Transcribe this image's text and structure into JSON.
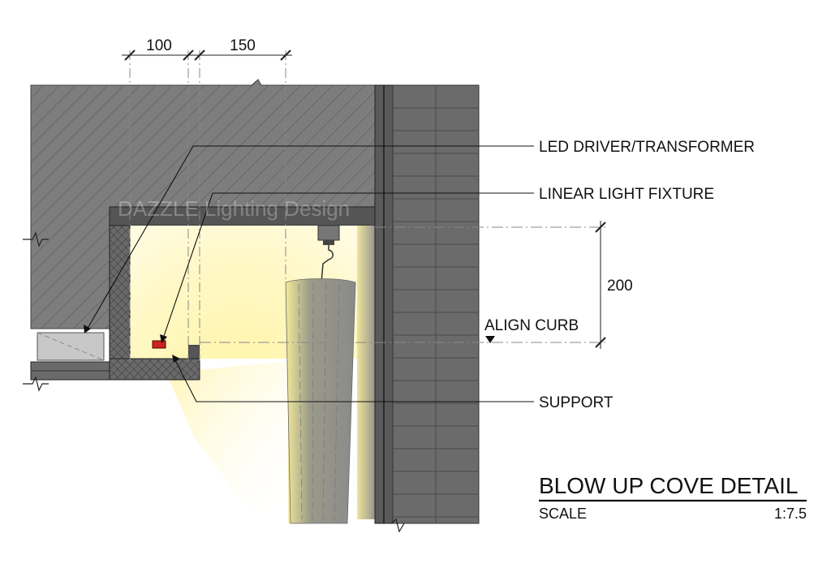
{
  "drawing": {
    "title": "BLOW UP COVE DETAIL",
    "scale_label": "SCALE",
    "scale_value": "1:7.5",
    "watermark": "DAZZLE Lighting Design"
  },
  "dimensions": {
    "top_left": "100",
    "top_right": "150",
    "right_vertical": "200"
  },
  "callouts": {
    "led_driver": "LED DRIVER/TRANSFORMER",
    "linear_fixture": "LINEAR LIGHT FIXTURE",
    "align_curb": "ALIGN CURB",
    "support": "SUPPORT"
  },
  "colors": {
    "concrete": "#7d7d7d",
    "brick": "#6b6b6b",
    "light_glow": "#fff6a6",
    "fixture": "#cc2222",
    "drape": "#8a8a8a"
  }
}
